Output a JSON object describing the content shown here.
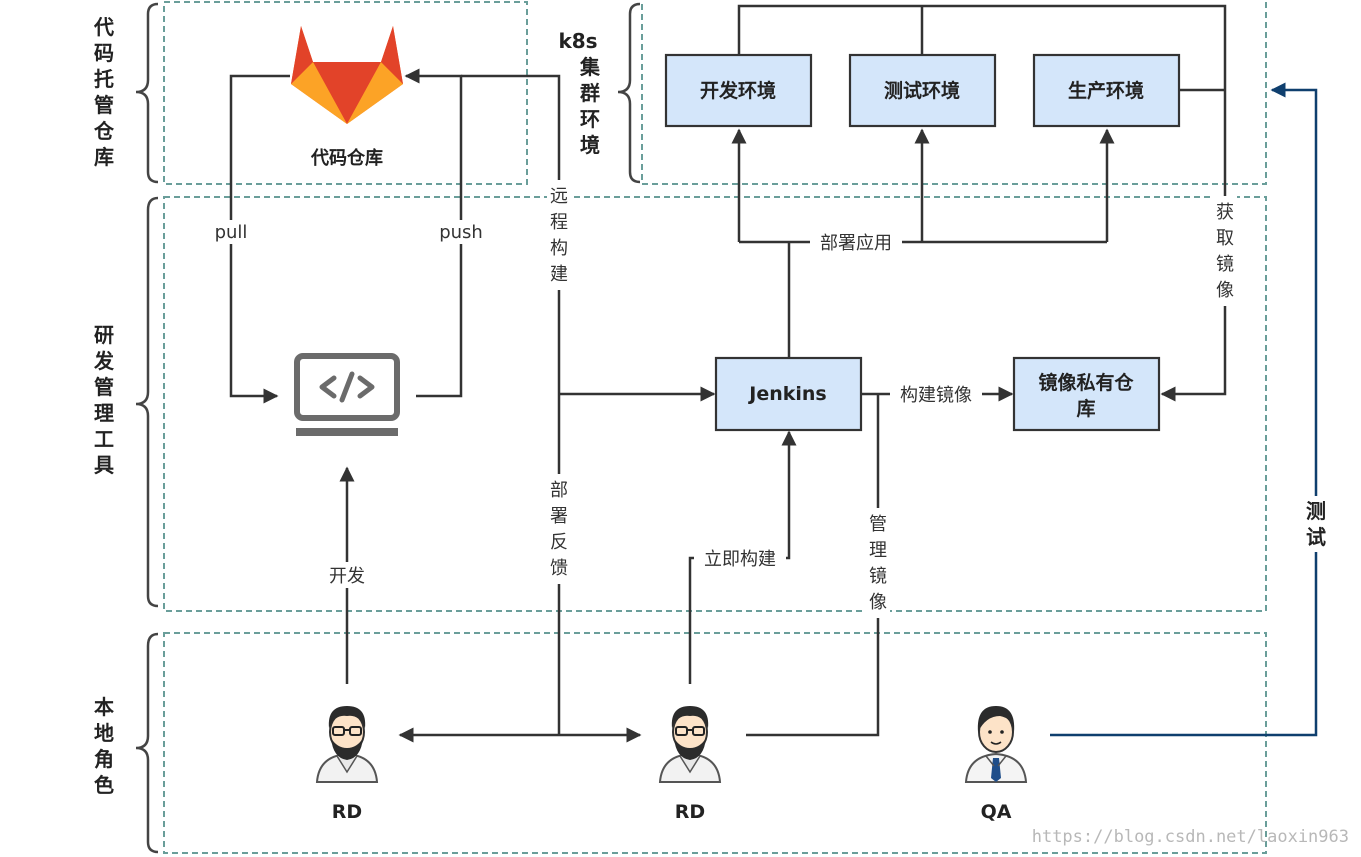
{
  "zones": {
    "code_hosting": "代码托管仓库",
    "k8s": [
      "k8s",
      "集",
      "群",
      "环",
      "境"
    ],
    "dev_tools": "研发管理工具",
    "local_roles": "本地角色"
  },
  "nodes": {
    "dev_env": "开发环境",
    "test_env": "测试环境",
    "prod_env": "生产环境",
    "jenkins": "Jenkins",
    "registry": [
      "镜像私有仓",
      "库"
    ]
  },
  "repo_label": "代码仓库",
  "ide_icon": "code-editor-icon",
  "edges": {
    "pull": "pull",
    "push": "push",
    "remote_build": "远程构建",
    "deploy_app": "部署应用",
    "fetch_image": "获取镜像",
    "build_image": "构建镜像",
    "deploy_feedback": "部署反馈",
    "immediate_build": "立即构建",
    "manage_image": "管理镜像",
    "develop": "开发",
    "test": "测试"
  },
  "roles": {
    "rd1": "RD",
    "rd2": "RD",
    "qa": "QA"
  },
  "watermark": "https://blog.csdn.net/laoxin963",
  "colors": {
    "node_fill": "#d4e6fa",
    "zone_border": "#6a9e9a",
    "test_line": "#0f3f6e",
    "gitlab_orange": "#e24329",
    "gitlab_light": "#fca326"
  }
}
